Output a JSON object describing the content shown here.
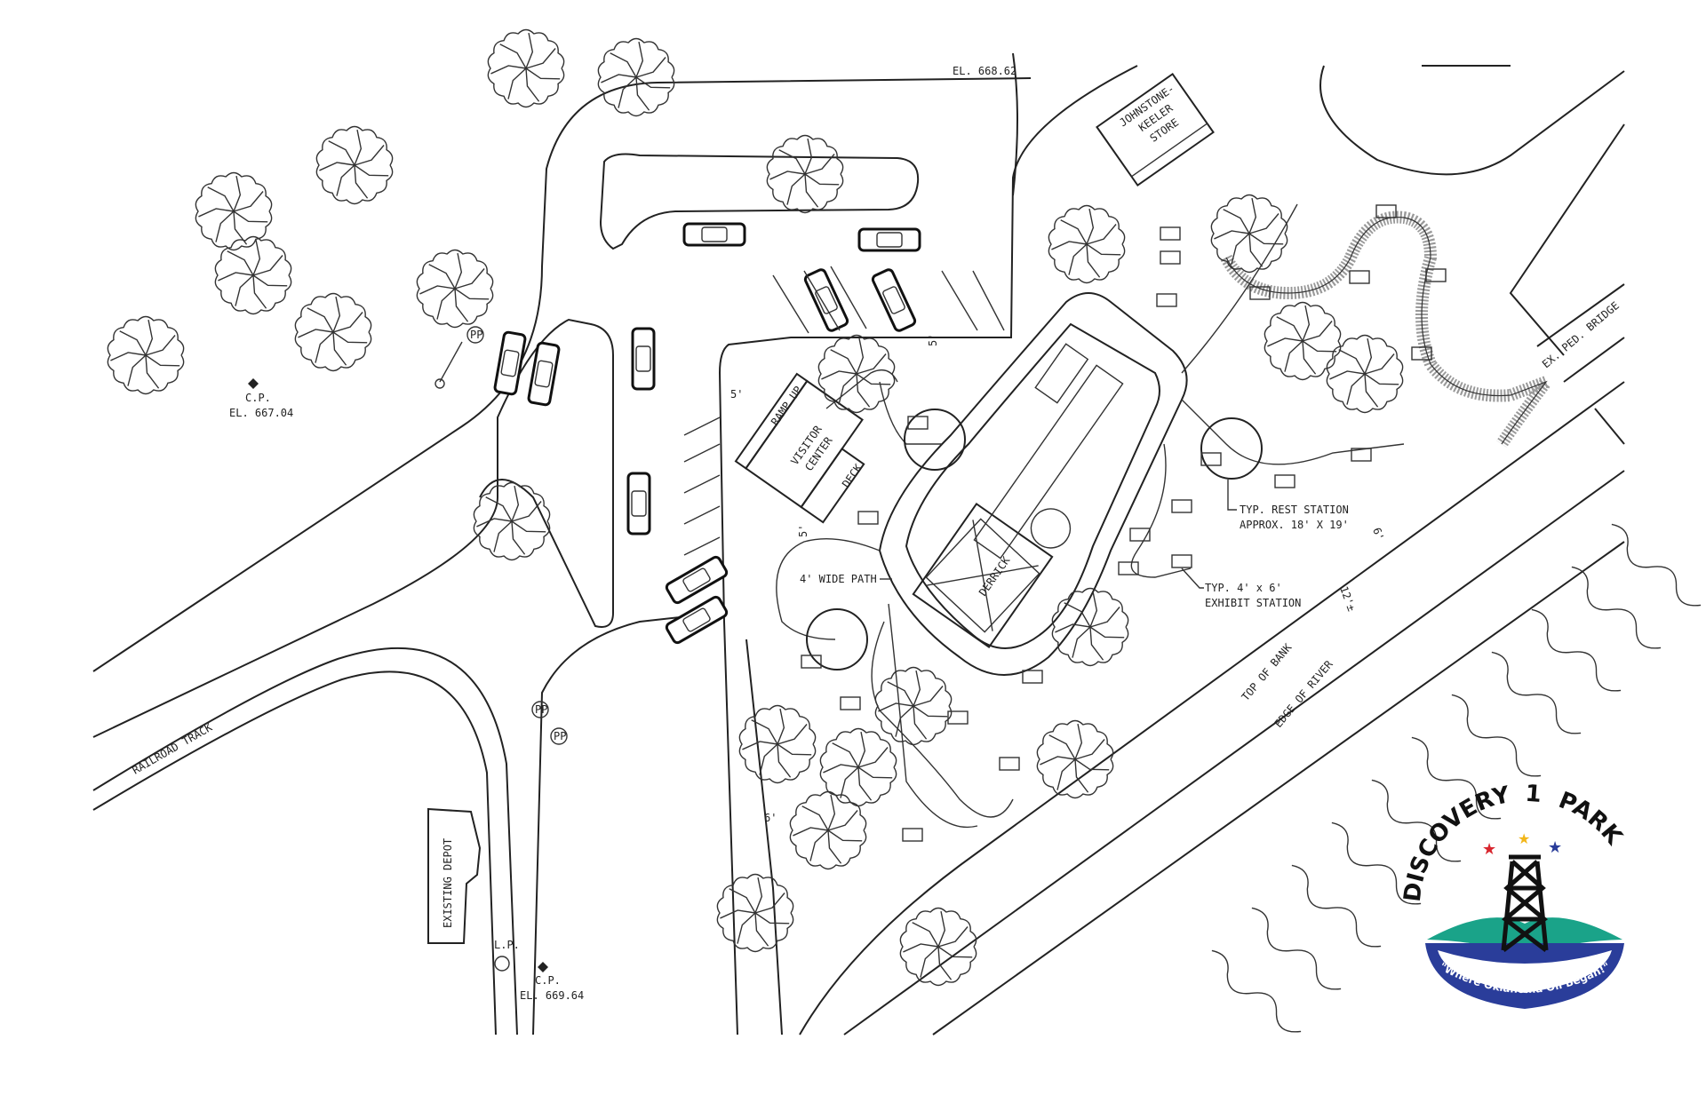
{
  "labels": {
    "elevation_top": "EL. 668.62",
    "store": [
      "JOHNSTONE-",
      "KEELER",
      "STORE"
    ],
    "cp1": [
      "C.P.",
      "EL. 667.04"
    ],
    "pp": "PP",
    "railroad": "RAILROAD TRACK",
    "depot": "EXISTING DEPOT",
    "lp": "L.P.",
    "cp2": [
      "C.P.",
      "EL. 669.64"
    ],
    "ramp": "RAMP UP",
    "visitor": [
      "VISITOR",
      "CENTER"
    ],
    "deck": "DECK",
    "derrick": "DERRICK",
    "path": "4' WIDE PATH",
    "rest": [
      "TYP. REST STATION",
      "APPROX. 18' X 19'"
    ],
    "exhibit": [
      "TYP. 4' x 6'",
      "EXHIBIT STATION"
    ],
    "top_bank": "TOP OF BANK",
    "edge_river": "EDGE OF RIVER",
    "bridge": "EX. PED. BRIDGE",
    "dim_12": "12'±",
    "dim_6": "6'",
    "dim_5": "5'"
  },
  "logo": {
    "title_left": "DISCOVERY",
    "title_num": "1",
    "title_right": "PARK",
    "tagline": "\"Where Oklahoma Oil Began!\"",
    "colors": {
      "green": "#1aa389",
      "blue": "#2a3d9a",
      "star_red": "#d8262e",
      "star_blue": "#2a3d9a",
      "star_gold": "#f2b619"
    }
  }
}
